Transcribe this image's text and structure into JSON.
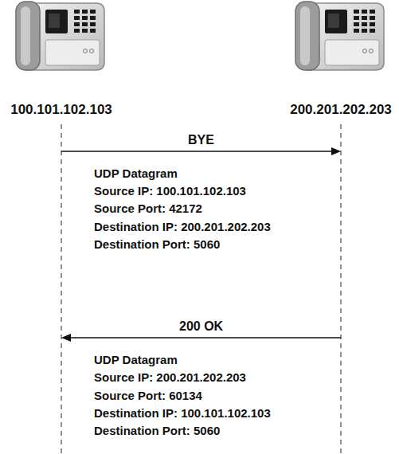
{
  "diagram": {
    "nodes": [
      {
        "text": [
          "100.101.102.103"
        ]
      },
      {
        "text": [
          "200.201.202.203"
        ]
      }
    ],
    "edges": [
      {
        "from": 0,
        "to": 1,
        "arrow": "to",
        "label": "BYE"
      },
      {
        "from": 1,
        "to": 0,
        "arrow": "to",
        "label": "200 OK"
      }
    ],
    "labels": [
      "UDP Datagram",
      "Source IP: 100.101.102.103",
      "Source Port: 42172",
      "Destination IP: 200.201.202.203",
      "Destination Port: 5060",
      "UDP Datagram",
      "Source IP: 200.201.202.203",
      "Source Port: 60134",
      "Destination IP: 100.101.102.103",
      "Destination Port: 5060"
    ]
  }
}
